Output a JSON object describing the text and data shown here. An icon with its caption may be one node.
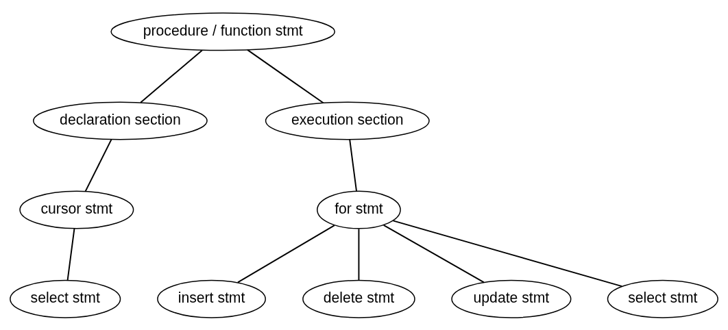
{
  "diagram": {
    "nodes": [
      {
        "text": [
          "procedure / function stmt"
        ]
      },
      {
        "text": [
          "declaration section"
        ]
      },
      {
        "text": [
          "execution section"
        ]
      },
      {
        "text": [
          "cursor stmt"
        ]
      },
      {
        "text": [
          "select stmt"
        ]
      },
      {
        "text": [
          "for stmt"
        ]
      },
      {
        "text": [
          "insert stmt"
        ]
      },
      {
        "text": [
          "delete stmt"
        ]
      },
      {
        "text": [
          "update stmt"
        ]
      },
      {
        "text": [
          "select stmt"
        ]
      }
    ],
    "edges": [
      {
        "from": 0,
        "to": 1,
        "arrow": "none"
      },
      {
        "from": 0,
        "to": 2,
        "arrow": "none"
      },
      {
        "from": 1,
        "to": 3,
        "arrow": "none"
      },
      {
        "from": 3,
        "to": 4,
        "arrow": "none"
      },
      {
        "from": 2,
        "to": 5,
        "arrow": "none"
      },
      {
        "from": 5,
        "to": 6,
        "arrow": "none"
      },
      {
        "from": 5,
        "to": 7,
        "arrow": "none"
      },
      {
        "from": 5,
        "to": 8,
        "arrow": "none"
      },
      {
        "from": 5,
        "to": 9,
        "arrow": "none"
      }
    ]
  }
}
